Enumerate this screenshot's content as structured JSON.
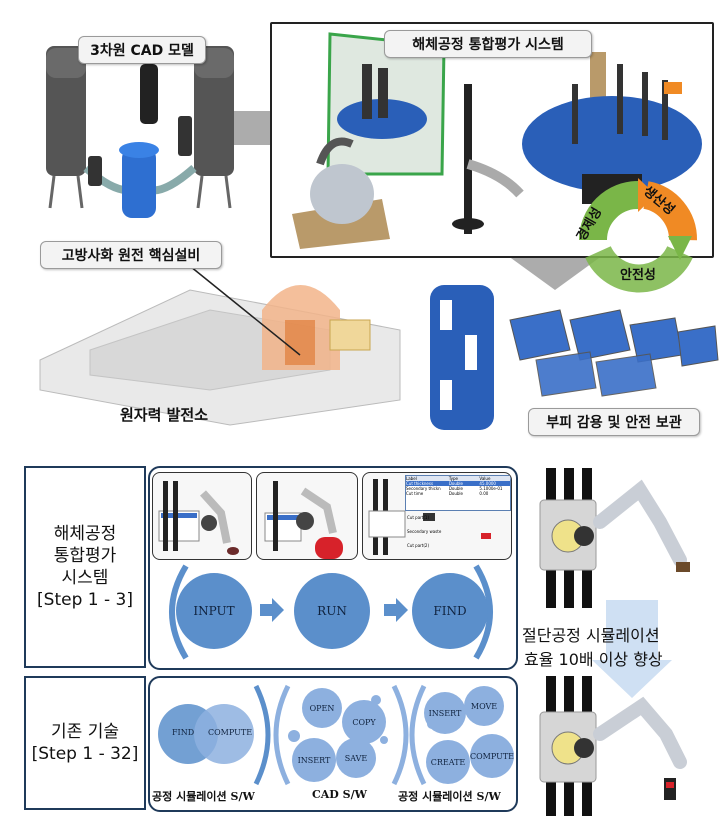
{
  "labels": {
    "cad_model": "3차원 CAD 모델",
    "integrated_system": "해체공정 통합평가 시스템",
    "core_equipment": "고방사화 원전 핵심설비",
    "power_plant": "원자력 발전소",
    "volume_reduction": "부피 감용 및 안전 보관"
  },
  "cycle_words": [
    "생산성",
    "안전성",
    "경제성"
  ],
  "bottom": {
    "row1_label": [
      "해체공정",
      "통합평가",
      "시스템",
      "[Step 1 - 3]"
    ],
    "row2_label": [
      "기존 기술",
      "[Step 1 - 32]"
    ],
    "flow": [
      "INPUT",
      "RUN",
      "FIND"
    ],
    "venn": [
      "FIND",
      "COMPUTE"
    ],
    "cad_ops": [
      "OPEN",
      "COPY",
      "INSERT",
      "SAVE"
    ],
    "sim_ops": [
      "INSERT",
      "MOVE",
      "CREATE",
      "COMPUTE"
    ],
    "captions": [
      "공정 시뮬레이션 S/W",
      "CAD S/W",
      "공정 시뮬레이션 S/W"
    ],
    "efficiency": [
      "절단공정 시뮬레이션",
      "효율 10배 이상 향상"
    ],
    "ui_table": {
      "headers": [
        "Label",
        "Type",
        "Value"
      ],
      "rows": [
        [
          "Cut thickness",
          "Double",
          "45.0000"
        ],
        [
          "Secondary thickn",
          "Double",
          "5.1000e-01"
        ],
        [
          "Cut time",
          "Double",
          "0.00"
        ]
      ],
      "cut_labels": [
        "Cut part(1)",
        "Secondary waste",
        "Cut part(2)"
      ]
    }
  },
  "colors": {
    "circle_blue": "#5b8fcb",
    "light_blue": "#8db0df",
    "panel_border": "#1f3a5a",
    "green": "#7ab648",
    "orange": "#f08a24",
    "robot_blue": "#2a5fb8"
  }
}
